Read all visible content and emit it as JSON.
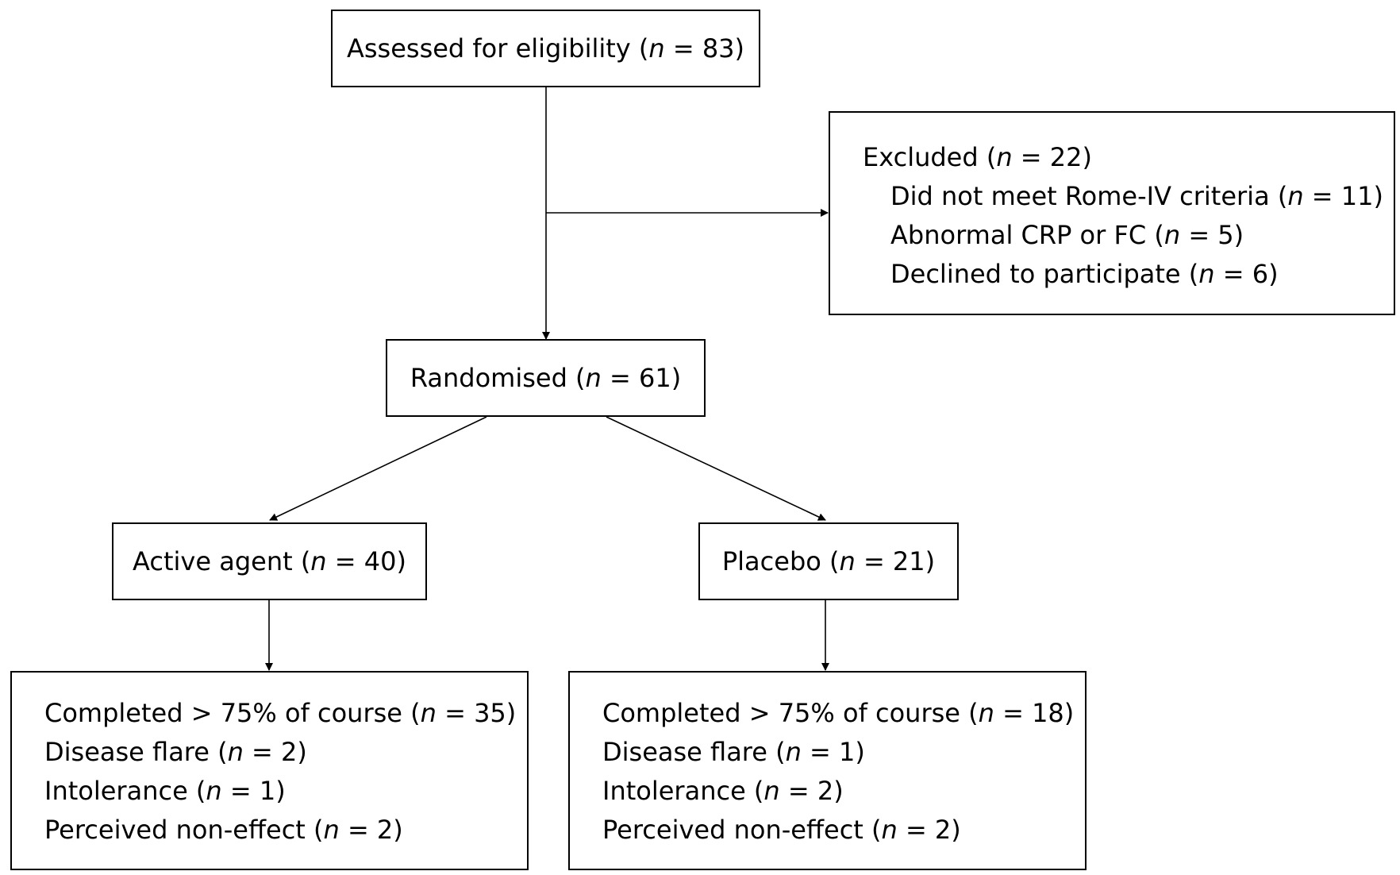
{
  "assessed": {
    "pre": "Assessed for eligibility (",
    "n": "n",
    "post": " = 83)"
  },
  "excluded": {
    "title": {
      "pre": "Excluded (",
      "n": "n",
      "post": " = 22)"
    },
    "items": [
      {
        "pre": "Did not meet Rome-IV criteria (",
        "n": "n",
        "post": " = 11)"
      },
      {
        "pre": "Abnormal CRP or FC (",
        "n": "n",
        "post": " = 5)"
      },
      {
        "pre": "Declined to participate (",
        "n": "n",
        "post": " = 6)"
      }
    ]
  },
  "randomised": {
    "pre": "Randomised (",
    "n": "n",
    "post": " = 61)"
  },
  "active": {
    "title": {
      "pre": "Active agent (",
      "n": "n",
      "post": " = 40)"
    },
    "outcomes": [
      {
        "pre": "Completed > 75% of course (",
        "n": "n",
        "post": " = 35)"
      },
      {
        "pre": "Disease flare (",
        "n": "n",
        "post": " = 2)"
      },
      {
        "pre": "Intolerance (",
        "n": "n",
        "post": " = 1)"
      },
      {
        "pre": "Perceived non-effect (",
        "n": "n",
        "post": " = 2)"
      }
    ]
  },
  "placebo": {
    "title": {
      "pre": "Placebo (",
      "n": "n",
      "post": " = 21)"
    },
    "outcomes": [
      {
        "pre": "Completed > 75% of course (",
        "n": "n",
        "post": " = 18)"
      },
      {
        "pre": "Disease flare (",
        "n": "n",
        "post": " = 1)"
      },
      {
        "pre": "Intolerance (",
        "n": "n",
        "post": " = 2)"
      },
      {
        "pre": "Perceived non-effect (",
        "n": "n",
        "post": " = 2)"
      }
    ]
  }
}
